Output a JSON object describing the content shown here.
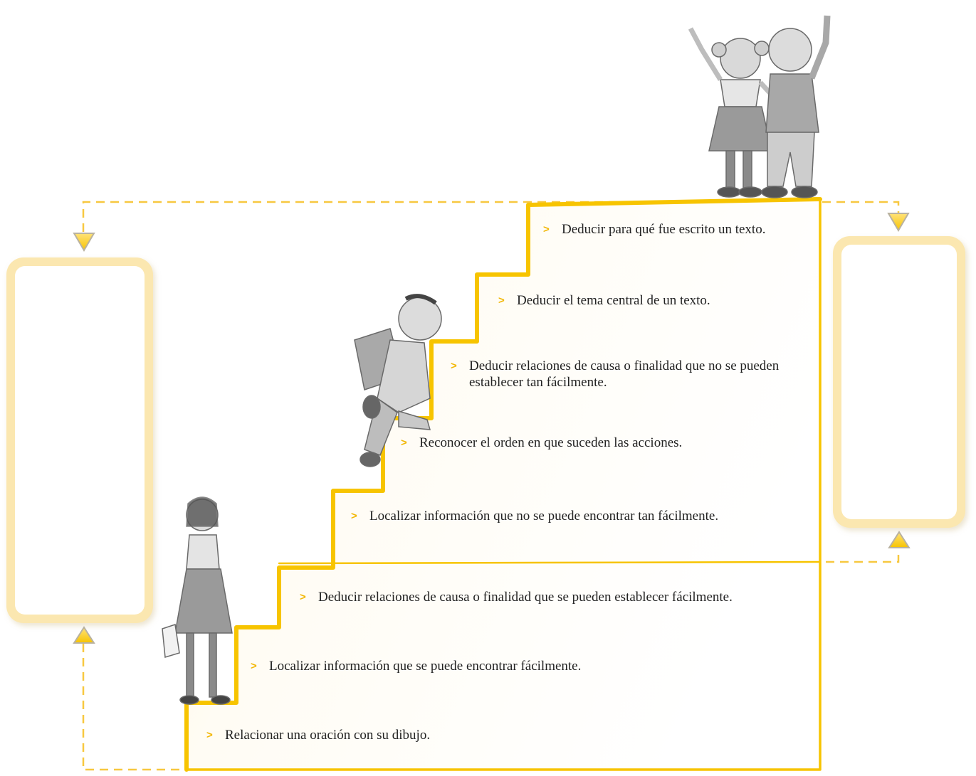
{
  "diagram": {
    "type": "staircase",
    "accent_color": "#f7c400",
    "panel_fill": "#fffaf0",
    "box_border_color": "#fbe3a0",
    "dashed_line_color": "#f7c840",
    "bullet_glyph": ">",
    "steps": [
      {
        "label": "Relacionar una oración con su dibujo.",
        "group": "lower"
      },
      {
        "label": "Localizar información que se puede encontrar fácilmente.",
        "group": "lower"
      },
      {
        "label": "Deducir relaciones de causa o finalidad que se pueden establecer fácilmente.",
        "group": "lower"
      },
      {
        "label": "Localizar información que no se puede encontrar tan fácilmente.",
        "group": "upper"
      },
      {
        "label": "Reconocer el orden en que suceden las acciones.",
        "group": "upper"
      },
      {
        "label": "Deducir relaciones de causa o finalidad que no se pueden establecer tan fácilmente.",
        "group": "upper"
      },
      {
        "label": "Deducir el tema central de un texto.",
        "group": "upper"
      },
      {
        "label": "Deducir para qué fue escrito un texto.",
        "group": "upper"
      }
    ],
    "side_boxes": [
      {
        "name": "left-level-box",
        "text": ""
      },
      {
        "name": "right-level-box",
        "text": ""
      }
    ],
    "illustrations": [
      {
        "name": "girl-thinking-illustration",
        "icon": "girl-holding-paper"
      },
      {
        "name": "boy-climbing-illustration",
        "icon": "boy-with-backpack"
      },
      {
        "name": "children-celebrating-illustration",
        "icon": "two-children-waving"
      }
    ]
  }
}
